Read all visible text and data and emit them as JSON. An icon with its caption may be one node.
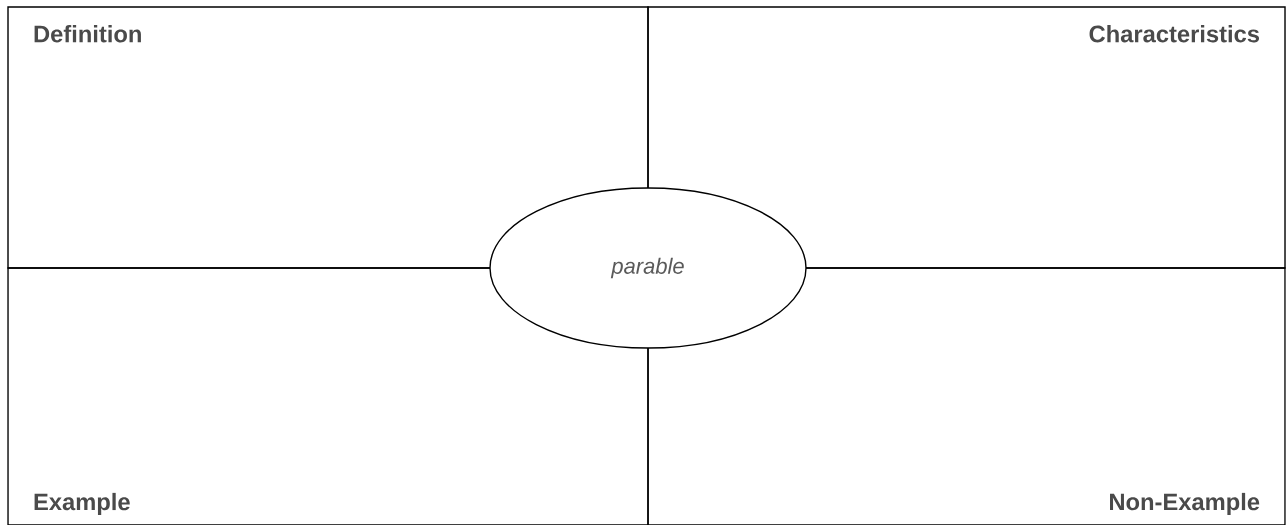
{
  "diagram": {
    "nodes": [
      {
        "text": [
          "Definition"
        ]
      },
      {
        "text": [
          "Characteristics"
        ]
      },
      {
        "text": [
          "parable"
        ]
      },
      {
        "text": [
          "Example"
        ]
      },
      {
        "text": [
          "Non-Example"
        ]
      }
    ]
  }
}
